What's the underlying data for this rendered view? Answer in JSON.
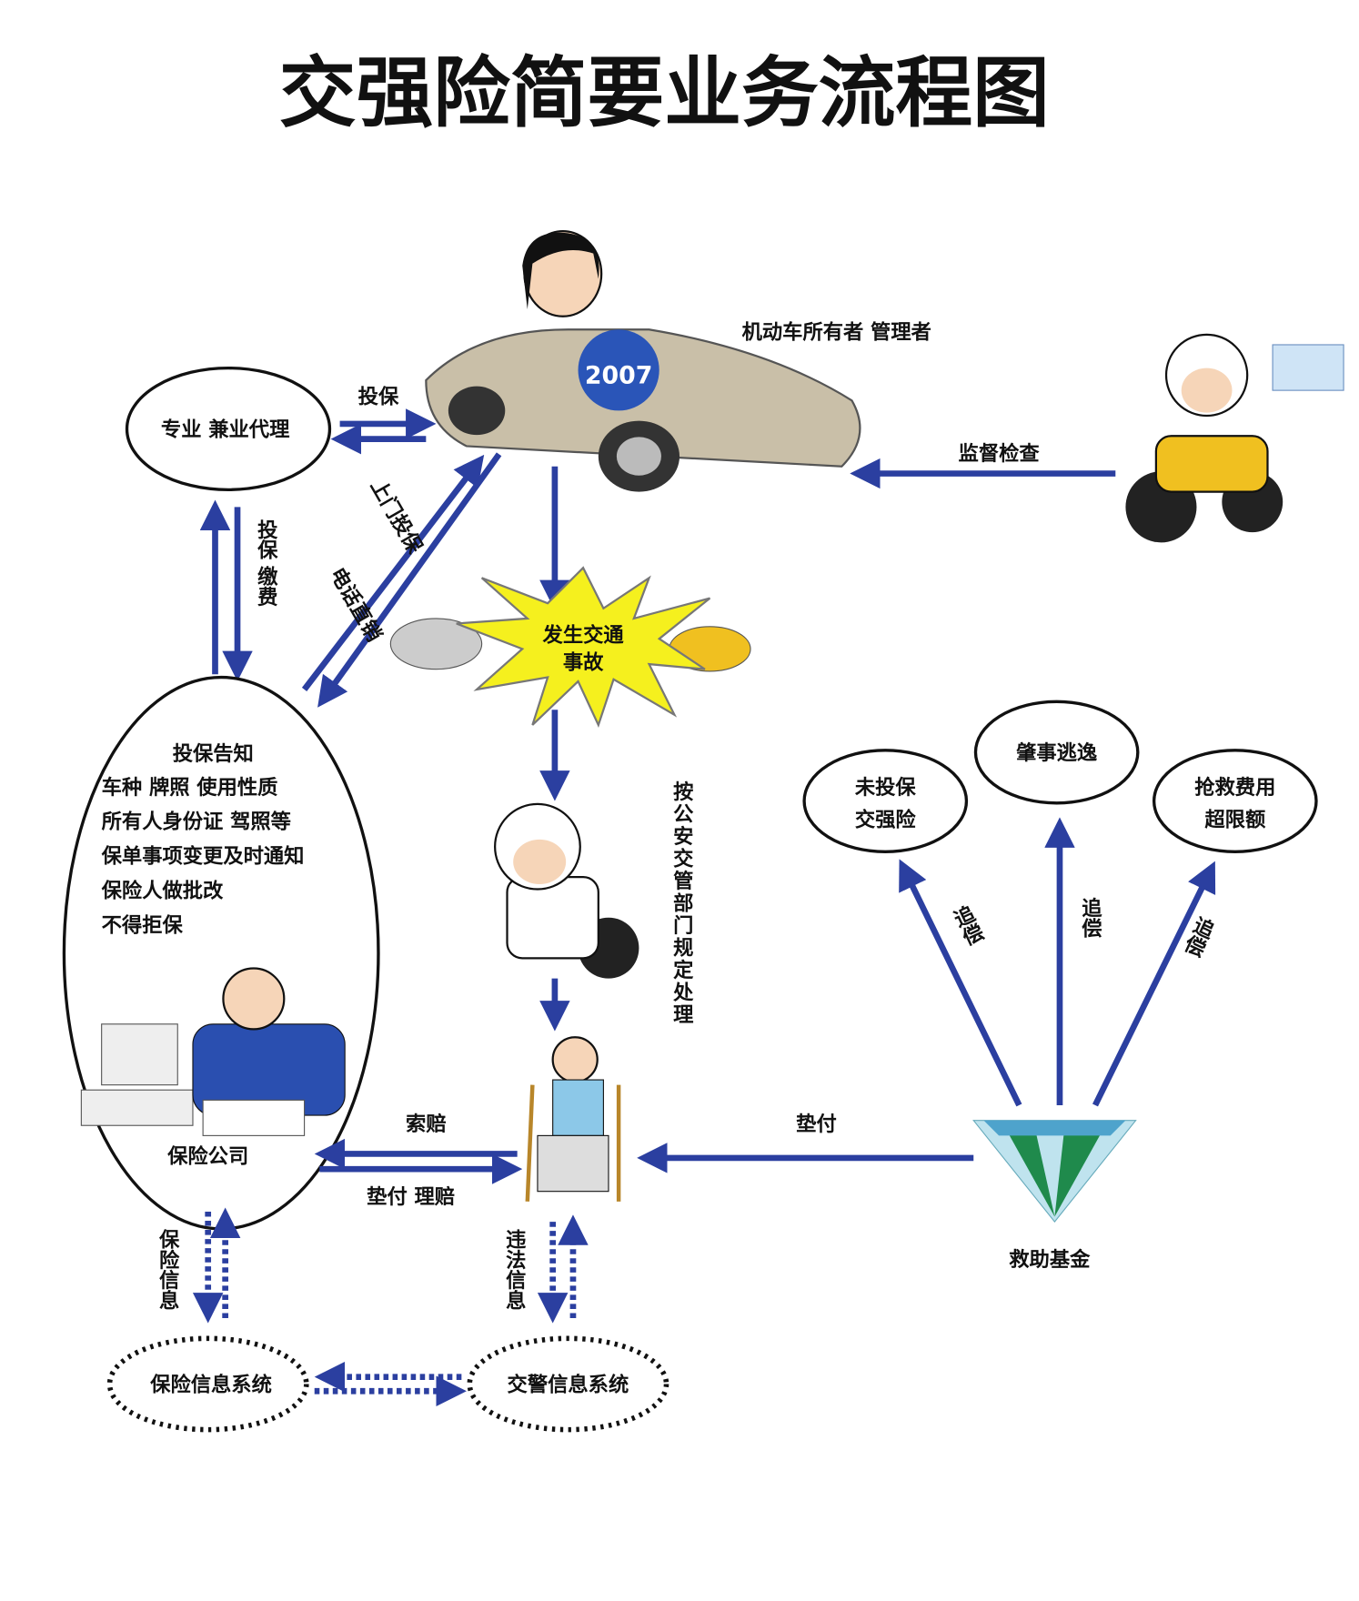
{
  "title": "交强险简要业务流程图",
  "owner_label": "机动车所有者  管理者",
  "sticker_year": "2007",
  "agent": "专业  兼业代理",
  "agent_arrow_label": "投保",
  "supervision_label": "监督检查",
  "agent_insurer_labels": [
    "投保",
    "缴费"
  ],
  "direct_labels": [
    "上门投保",
    "电话直销"
  ],
  "accident": [
    "发生交通",
    "事故"
  ],
  "police_rule": "按公安交管部门规定处理",
  "insurer_notes": [
    "投保告知",
    "车种  牌照  使用性质",
    "所有人身份证  驾照等",
    "保单事项变更及时通知",
    "保险人做批改",
    "不得拒保"
  ],
  "insurer": "保险公司",
  "claim_label": "索赔",
  "pay_label": "垫付  理赔",
  "fund_pay_label": "垫付",
  "fund": "救助基金",
  "recovery_targets": [
    [
      "未投保",
      "交强险"
    ],
    [
      "肇事逃逸"
    ],
    [
      "抢救费用",
      "超限额"
    ]
  ],
  "recovery_label": "追偿",
  "insurance_info_label": "保险信息",
  "violation_info_label": "违法信息",
  "insurance_system": "保险信息系统",
  "police_system": "交警信息系统",
  "colors": {
    "arrow": "#2b3fa0",
    "burst": "#f5f01e",
    "diamond": "#1f8a4c"
  }
}
